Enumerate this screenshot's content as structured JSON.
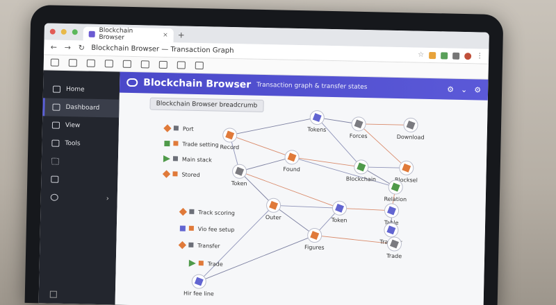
{
  "browser": {
    "tab_title": "Blockchain Browser",
    "address_text": "Blockchain Browser — Transaction Graph",
    "new_tab": "+"
  },
  "sidebar": {
    "items": [
      {
        "label": "Home",
        "icon": "wallet-icon"
      },
      {
        "label": "Dashboard",
        "icon": "dashboard-icon",
        "active": true
      },
      {
        "label": "View",
        "icon": "view-icon"
      },
      {
        "label": "Tools",
        "icon": "tools-icon"
      },
      {
        "label": "",
        "icon": "list-icon"
      },
      {
        "label": "",
        "icon": "wallet-icon"
      },
      {
        "label": "",
        "icon": "gear-icon",
        "chevron": true
      }
    ]
  },
  "header": {
    "title": "Blockchain Browser",
    "subtitle": "Transaction graph & transfer states",
    "icons": [
      "gear-icon",
      "chevron-down-icon",
      "gear-icon"
    ]
  },
  "toolbar": {
    "button": "Blockchain Browser breadcrumb"
  },
  "graph": {
    "legend": [
      {
        "label": "Port",
        "color": "#e07a3a",
        "shape": "diamond"
      },
      {
        "label": "Trade setting",
        "color": "#4f9a4a",
        "shape": "square"
      },
      {
        "label": "Main stack",
        "color": "#4f9a4a",
        "shape": "triangle"
      },
      {
        "label": "Stored",
        "color": "#e07a3a",
        "shape": "diamond"
      },
      {
        "label": "Track scoring",
        "color": "#e07a3a",
        "shape": "diamond"
      },
      {
        "label": "Vio fee setup",
        "color": "#6265d1",
        "shape": "square"
      },
      {
        "label": "Transfer",
        "color": "#e07a3a",
        "shape": "diamond"
      },
      {
        "label": "Trade",
        "color": "#4f9a4a",
        "shape": "triangle"
      }
    ],
    "nodes": [
      {
        "id": "n1",
        "label": "Record",
        "color": "#e07a3a"
      },
      {
        "id": "n2",
        "label": "Tokens",
        "color": "#6265d1"
      },
      {
        "id": "n3",
        "label": "Forces",
        "color": "#7b7b80"
      },
      {
        "id": "n4",
        "label": "Download",
        "color": "#7b7b80"
      },
      {
        "id": "n5",
        "label": "Found",
        "color": "#e07a3a"
      },
      {
        "id": "n6",
        "label": "Token",
        "color": "#7b7b80"
      },
      {
        "id": "n7",
        "label": "Blockchain",
        "color": "#4f9a4a"
      },
      {
        "id": "n8",
        "label": "Blocksel",
        "color": "#e07a3a"
      },
      {
        "id": "n9",
        "label": "Relation",
        "color": "#4f9a4a"
      },
      {
        "id": "n10",
        "label": "Outer",
        "color": "#e07a3a"
      },
      {
        "id": "n11",
        "label": "Token",
        "color": "#6265d1"
      },
      {
        "id": "n12",
        "label": "Table",
        "color": "#6265d1"
      },
      {
        "id": "n13",
        "label": "Transfer",
        "color": "#6265d1"
      },
      {
        "id": "n14",
        "label": "Figures",
        "color": "#e07a3a"
      },
      {
        "id": "n15",
        "label": "Trade",
        "color": "#7b7b80"
      },
      {
        "id": "n16",
        "label": "Hir fee line",
        "color": "#6265d1"
      }
    ]
  }
}
